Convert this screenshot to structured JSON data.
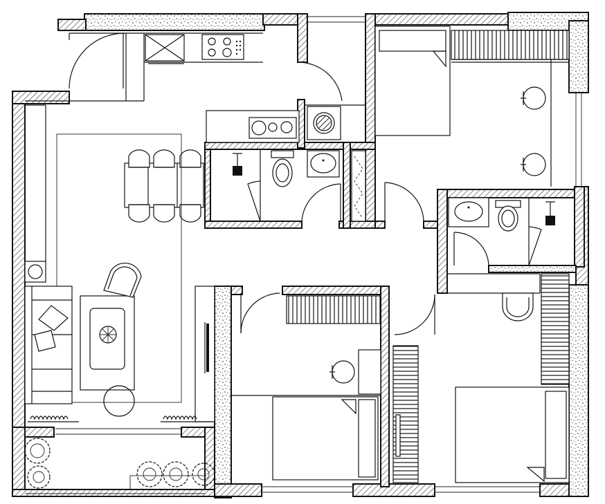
{
  "drawing": {
    "type": "apartment floor plan",
    "style": "black line drawing, hatched walls, speckled concrete columns",
    "rooms": [
      {
        "id": "kitchen",
        "furniture": [
          "sink",
          "cooktop",
          "fridge-cabinet"
        ]
      },
      {
        "id": "living-dining",
        "furniture": [
          "dining-table",
          "six-chairs",
          "sofa",
          "coffee-table",
          "armchair",
          "tv-unit"
        ]
      },
      {
        "id": "laundry",
        "furniture": [
          "washing-machine",
          "double-sink"
        ]
      },
      {
        "id": "bathroom-1",
        "furniture": [
          "toilet",
          "basin",
          "shower"
        ]
      },
      {
        "id": "bathroom-2",
        "furniture": [
          "toilet",
          "basin",
          "shower"
        ]
      },
      {
        "id": "bedroom-1",
        "furniture": [
          "single-bed",
          "wardrobe",
          "desk",
          "chair",
          "side-chair"
        ]
      },
      {
        "id": "bedroom-2",
        "furniture": [
          "single-bed",
          "wardrobe",
          "desk",
          "chair"
        ]
      },
      {
        "id": "master-bedroom",
        "furniture": [
          "double-bed",
          "wardrobe",
          "wardrobe-2",
          "chair"
        ]
      },
      {
        "id": "balcony",
        "furniture": [
          "plants"
        ]
      }
    ]
  }
}
